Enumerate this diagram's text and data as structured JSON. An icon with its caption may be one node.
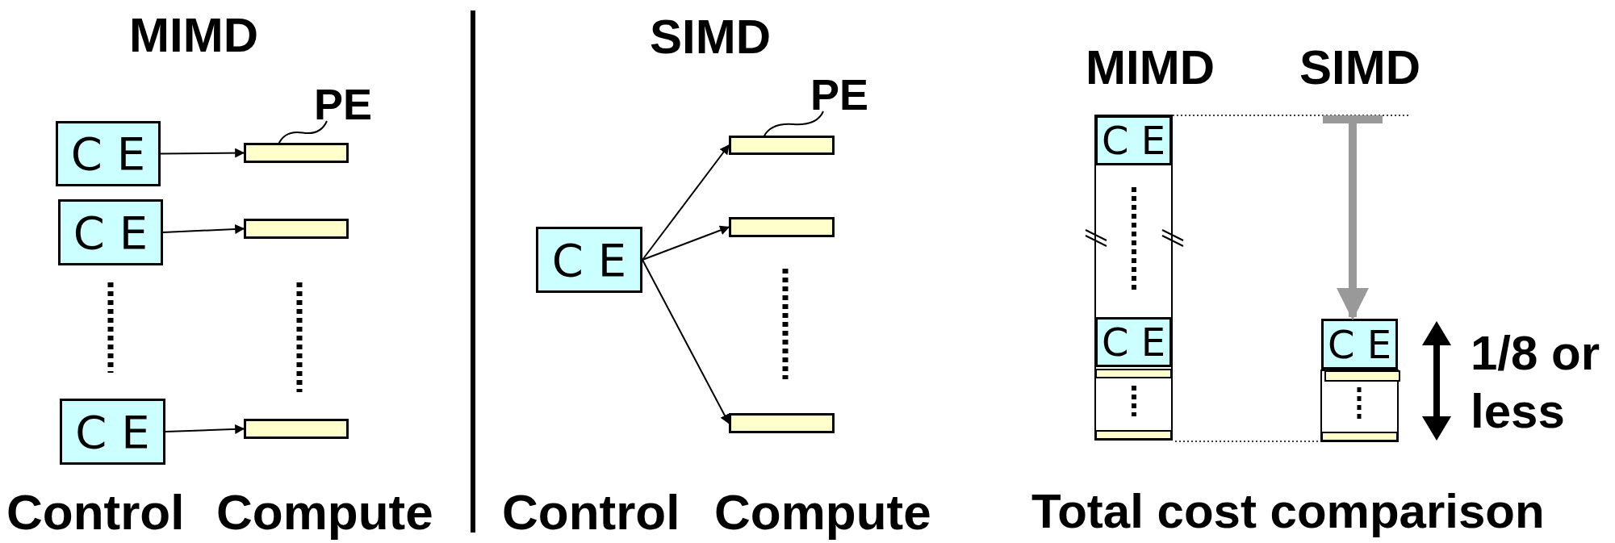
{
  "diagram": {
    "nodes": [
      {
        "text": [
          "C E"
        ]
      },
      {
        "text": [],
        "shape": "bar"
      },
      {
        "text": [
          "PE"
        ]
      },
      {
        "text": [
          "C E"
        ]
      },
      {
        "text": [],
        "shape": "bar"
      },
      {
        "text": [
          "C E"
        ]
      },
      {
        "text": [],
        "shape": "bar"
      },
      {
        "text": [
          "C E"
        ]
      },
      {
        "text": [
          "PE"
        ]
      },
      {
        "text": [],
        "shape": "bar"
      },
      {
        "text": [],
        "shape": "bar"
      },
      {
        "text": [],
        "shape": "bar"
      },
      {
        "text": [
          "C E"
        ]
      },
      {
        "text": [
          "C E"
        ]
      },
      {
        "text": [],
        "shape": "bar"
      },
      {
        "text": [],
        "shape": "bar"
      },
      {
        "text": [
          "C E"
        ]
      },
      {
        "text": [],
        "shape": "bar"
      },
      {
        "text": [],
        "shape": "bar"
      }
    ],
    "edges": [
      {
        "from": 0,
        "to": 1,
        "arrow": "to"
      },
      {
        "from": 2,
        "to": 1,
        "arrow": "none"
      },
      {
        "from": 3,
        "to": 4,
        "arrow": "to"
      },
      {
        "from": 5,
        "to": 6,
        "arrow": "to"
      },
      {
        "from": 7,
        "to": 9,
        "arrow": "to"
      },
      {
        "from": 7,
        "to": 10,
        "arrow": "to"
      },
      {
        "from": 7,
        "to": 11,
        "arrow": "to"
      },
      {
        "from": 8,
        "to": 9,
        "arrow": "none"
      },
      {
        "from": null,
        "to": 16,
        "arrow": "to",
        "style": "thick",
        "color": "#999999"
      }
    ],
    "labels": [
      "MIMD",
      "SIMD",
      "MIMD",
      "SIMD",
      "1/8 or less",
      "Control",
      "Compute",
      "Control",
      "Compute",
      "Total cost comparison"
    ]
  }
}
